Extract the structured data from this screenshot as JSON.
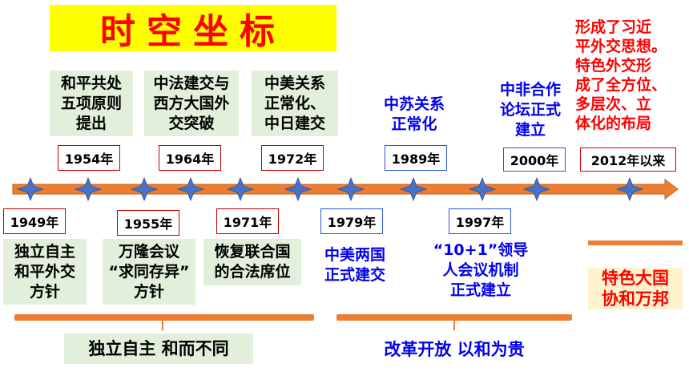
{
  "title": "时空坐标",
  "years": {
    "y1949": "1949年",
    "y1954": "1954年",
    "y1955": "1955年",
    "y1964": "1964年",
    "y1971": "1971年",
    "y1972": "1972年",
    "y1979": "1979年",
    "y1989": "1989年",
    "y1997": "1997年",
    "y2000": "2000年",
    "y2012": "2012年以来"
  },
  "events": {
    "e1954": "和平共处\n五项原则\n提出",
    "e1964": "中法建交与\n西方大国外\n交突破",
    "e1972": "中美关系\n正常化、\n中日建交",
    "e1989": "中苏关系\n正常化",
    "e2000": "中非合作\n论坛正式\n建立",
    "e2012": "形成了习近\n平外交思想。\n特色外交形\n成了全方位、\n多层次、立\n体化的布局",
    "e1949": "独立自主\n和平外交\n方针",
    "e1955": "万隆会议\n“求同存异”\n方针",
    "e1971": "恢复联合国\n的合法席位",
    "e1979": "中美两国\n正式建交",
    "e1997": "“10+1”领导\n人会议机制\n正式建立",
    "era3": "特色大国\n协和万邦"
  },
  "periods": {
    "p1": "独立自主 和而不同",
    "p2": "改革开放 以和为贵"
  },
  "colors": {
    "arrow": "#ed7d31",
    "star": "#4a72c4",
    "green": "#e2efda",
    "yellow": "#ffff00",
    "red": "#ff0000",
    "blue": "#0000ee"
  }
}
